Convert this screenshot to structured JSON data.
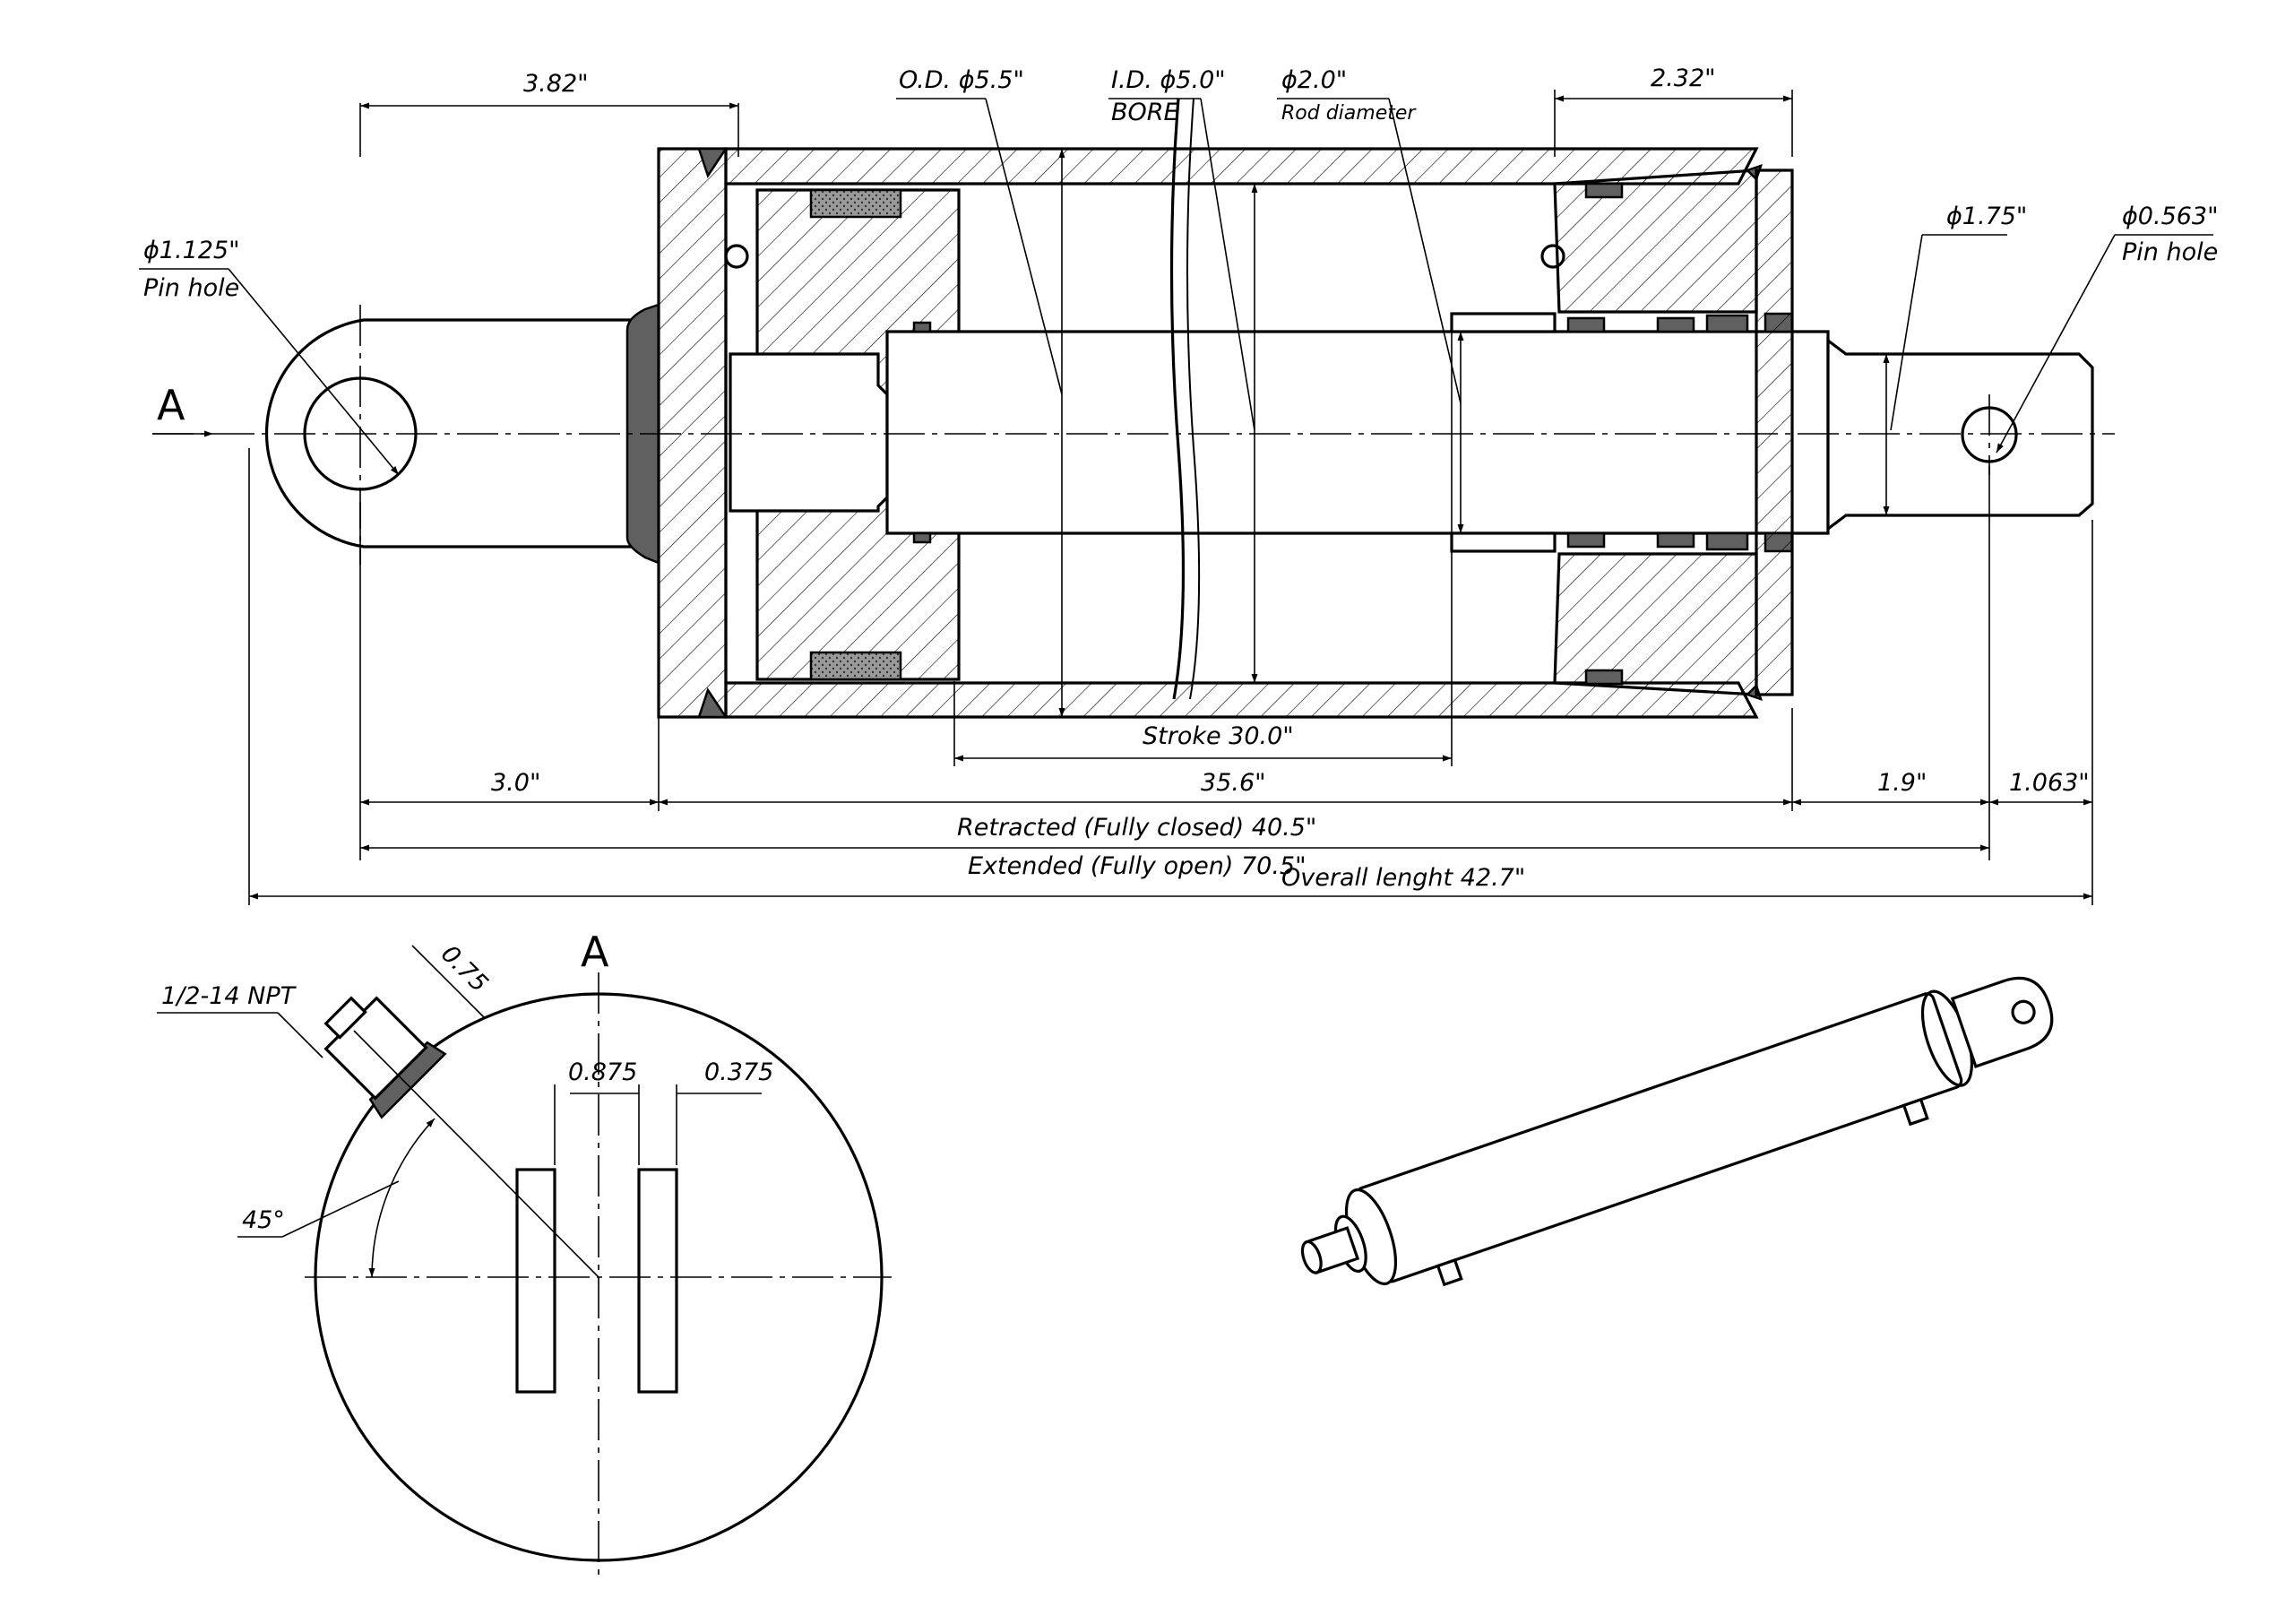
{
  "drawing": {
    "view_label": "A",
    "section_label": "A",
    "dimensions": {
      "pin_end_length": "3.82\"",
      "od": "O.D. ϕ5.5\"",
      "id": "I.D. ϕ5.0\"",
      "bore": "BORE",
      "rod_diameter_value": "ϕ2.0\"",
      "rod_diameter_label": "Rod diameter",
      "gland_length": "2.32\"",
      "pin_hole_diameter": "ϕ1.125\"",
      "pin_hole_label": "Pin hole",
      "rod_end_diameter": "ϕ1.75\"",
      "rod_pin_hole_diameter": "ϕ0.563\"",
      "rod_pin_hole_label": "Pin hole",
      "stroke": "Stroke 30.0\"",
      "eye_offset": "3.0\"",
      "barrel_length": "35.6\"",
      "rod_extension": "1.9\"",
      "rod_tip": "1.063\"",
      "retracted": "Retracted (Fully closed) 40.5\"",
      "extended": "Extended (Fully open) 70.5\"",
      "overall": "Overall lenght 42.7\""
    },
    "end_view": {
      "port": "1/2-14 NPT",
      "port_height": "0.75",
      "slot_gap": "0.875",
      "slot_width": "0.375",
      "angle": "45°"
    }
  }
}
